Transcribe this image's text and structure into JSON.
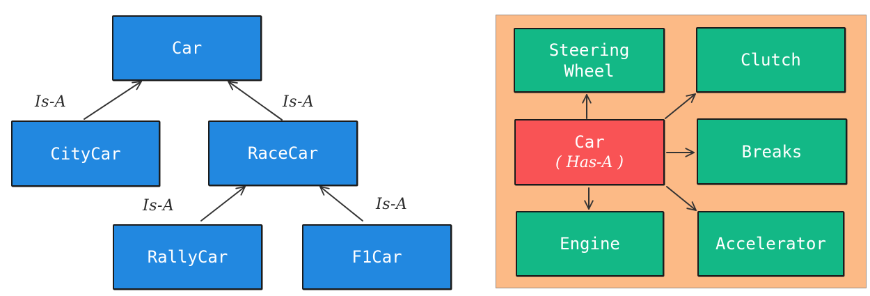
{
  "inheritance_diagram": {
    "nodes": {
      "car": "Car",
      "city_car": "CityCar",
      "race_car": "RaceCar",
      "rally_car": "RallyCar",
      "f1_car": "F1Car"
    },
    "edges": [
      {
        "from": "CityCar",
        "to": "Car",
        "label": "Is-A"
      },
      {
        "from": "RaceCar",
        "to": "Car",
        "label": "Is-A"
      },
      {
        "from": "RallyCar",
        "to": "RaceCar",
        "label": "Is-A"
      },
      {
        "from": "F1Car",
        "to": "RaceCar",
        "label": "Is-A"
      }
    ],
    "colors": {
      "node_fill": "#2288E0",
      "edge": "#333333"
    }
  },
  "composition_diagram": {
    "center": {
      "line1": "Car",
      "line2": "( Has-A )"
    },
    "parts": {
      "steering_line1": "Steering",
      "steering_line2": "Wheel",
      "clutch": "Clutch",
      "breaks": "Breaks",
      "engine": "Engine",
      "accelerator": "Accelerator"
    },
    "colors": {
      "panel_fill": "#FCBA86",
      "part_fill": "#13B886",
      "center_fill": "#F95355"
    }
  }
}
